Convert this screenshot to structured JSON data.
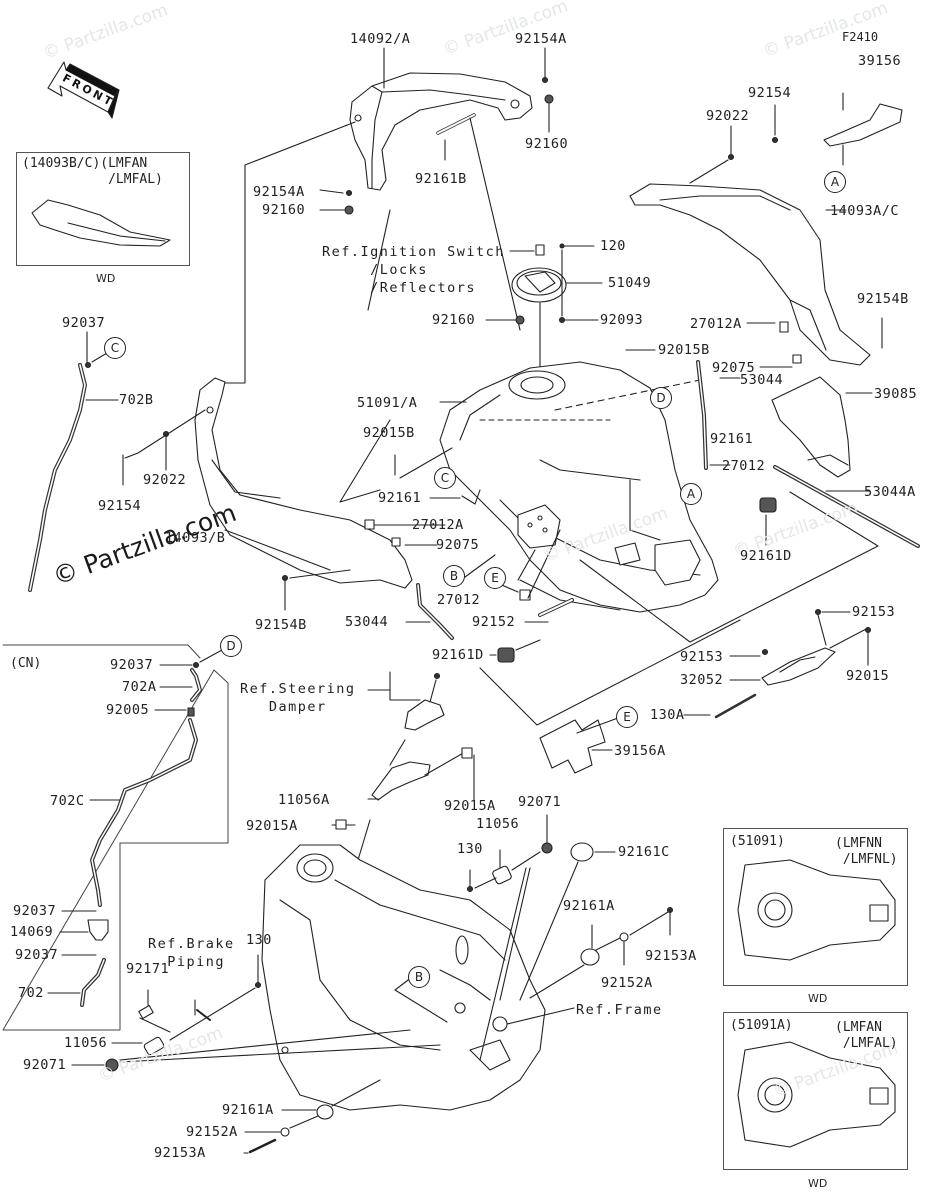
{
  "diagram": {
    "code": "F2410",
    "front_label": "FRONT",
    "watermark": "© Partzilla.com",
    "parts": {
      "p14092A": "14092/A",
      "p92154A_top": "92154A",
      "p92160_top": "92160",
      "p92161B": "92161B",
      "p92154A_left": "92154A",
      "p92160_left": "92160",
      "p120": "120",
      "p51049": "51049",
      "p92160_mid": "92160",
      "p92093": "92093",
      "p92015B_top": "92015B",
      "p51091A": "51091/A",
      "p92015B_left": "92015B",
      "p92161_left": "92161",
      "p27012A_left": "27012A",
      "p92075_left": "92075",
      "p27012_mid": "27012",
      "p92152": "92152",
      "p53044_left": "53044",
      "p92161D_left": "92161D",
      "p14093B": "14093/B",
      "p92154B_left": "92154B",
      "p92037_top": "92037",
      "p702B": "702B",
      "p92022_left": "92022",
      "p92154_left": "92154",
      "p39156": "39156",
      "p92154_right": "92154",
      "p92022_right": "92022",
      "p14093AC": "14093A/C",
      "p92154B_right": "92154B",
      "p27012A_right": "27012A",
      "p92075_right": "92075",
      "p39085": "39085",
      "p53044_right": "53044",
      "p92161_right": "92161",
      "p27012_right": "27012",
      "p53044A": "53044A",
      "p92161D_right": "92161D",
      "p92153_top": "92153",
      "p92153_mid": "92153",
      "p32052": "32052",
      "p92015": "92015",
      "p130A": "130A",
      "p39156A": "39156A",
      "p11056A": "11056A",
      "p92015A_right": "92015A",
      "p92015A_left": "92015A",
      "p92071_right": "92071",
      "p11056_right": "11056",
      "p130_right": "130",
      "p92161C": "92161C",
      "p92161A_right": "92161A",
      "p92153A_right": "92153A",
      "p92152A_right": "92152A",
      "p130_left": "130",
      "p92171": "92171",
      "p11056_left": "11056",
      "p92071_left": "92071",
      "p92161A_bottom": "92161A",
      "p92152A_bottom": "92152A",
      "p92153A_bottom": "92153A",
      "cn_92037_top": "92037",
      "cn_702A": "702A",
      "cn_92005": "92005",
      "cn_702C": "702C",
      "cn_92037_mid": "92037",
      "cn_14069": "14069",
      "cn_92037_low": "92037",
      "cn_702": "702"
    },
    "references": {
      "ignition": "Ref.Ignition Switch\n     /Locks\n     /Reflectors",
      "steering": "Ref.Steering\n   Damper",
      "brake": "Ref.Brake\n  Piping",
      "frame": "Ref.Frame"
    },
    "callouts": {
      "A_top": "A",
      "A_mid": "A",
      "B_tank": "B",
      "B_frame": "B",
      "C_hose": "C",
      "C_tank": "C",
      "D_tank": "D",
      "D_cn": "D",
      "E_tank": "E",
      "E_decal": "E"
    },
    "insets": {
      "cover_variant": {
        "title": "(14093B/C)(LMFAN\n           /LMFAL)",
        "region": "WD"
      },
      "tank_51091": {
        "part": "(51091)",
        "models": "(LMFNN\n /LMFNL)",
        "region": "WD"
      },
      "tank_51091A": {
        "part": "(51091A)",
        "models": "(LMFAN\n /LMFAL)",
        "region": "WD"
      },
      "cn_box": {
        "title": "(CN)"
      }
    }
  }
}
